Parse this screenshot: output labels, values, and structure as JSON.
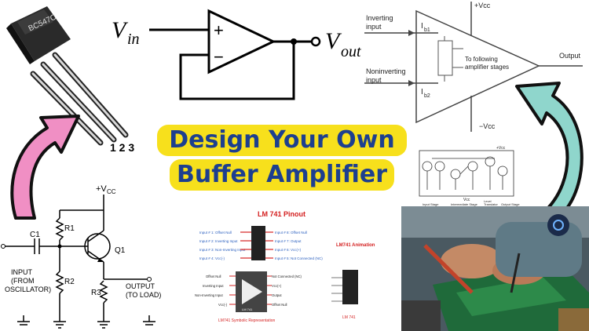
{
  "banner": {
    "line1": "Design Your Own",
    "line2": "Buffer Amplifier"
  },
  "transistor_pkg": {
    "marking": "BC547C",
    "pins": "1 2 3"
  },
  "opamp_buffer": {
    "vin": "V",
    "vin_sub": "in",
    "vout": "V",
    "vout_sub": "out",
    "plus": "+",
    "minus": "−"
  },
  "opamp_internal": {
    "inverting_input": "Inverting\ninput",
    "noninverting_input": "Noninverting\ninput",
    "ib1": "I",
    "ib1_sub": "b1",
    "ib2": "I",
    "ib2_sub": "b2",
    "stages": "To following\namplifier stages",
    "output": "Output",
    "vcc_pos": "+Vcc",
    "vcc_neg": "−Vcc"
  },
  "emitter_follower": {
    "vcc": "+V",
    "vcc_sub": "CC",
    "r1": "R1",
    "r2": "R2",
    "r3": "R3",
    "c1": "C1",
    "q1": "Q1",
    "input": "INPUT\n(FROM\nOSCILLATOR)",
    "output": "OUTPUT\n(TO LOAD)"
  },
  "schematic_small": {
    "input_stage": "Input Stage",
    "inter_stage": "Intermediate Stage",
    "level_trans": "Level\nTranslator",
    "output_stage": "Output Stage",
    "vcc": "+Vcc",
    "vee": "Vcc"
  },
  "lm741": {
    "title": "LM 741 Pinout",
    "left_pins": [
      "Input # 1: Offset Null",
      "Input # 2: Inverting Input",
      "Input # 3: Non-Inverting Input",
      "Input # 4: Vcc(-)"
    ],
    "right_pins": [
      "Input # 8: Offset Null",
      "Input # 7: Output",
      "Input # 6: Vcc(+)",
      "Input # 5: Not Connected (NC)"
    ],
    "animation": "LM741 Animation",
    "chip_label": "LM 741",
    "sym_left": [
      "Offset Null",
      "Inverting Input",
      "Non-Inverting Input",
      "Vcc(-)"
    ],
    "sym_right": [
      "Not Connected (NC)",
      "Vcc(+)",
      "Output",
      "Offset Null"
    ],
    "sym_caption": "LM741 Symbolic Representation",
    "ic_caption": "LM 741"
  },
  "colors": {
    "banner_bg": "#f7e01c",
    "banner_text": "#1d3f8f",
    "pink_arrow": "#f08fc4",
    "teal_arrow": "#8fd6cc",
    "pin_red": "#d42020",
    "pin_blue": "#2a5fbf"
  },
  "icons": [
    "pink-curved-arrow-icon",
    "teal-curved-arrow-icon",
    "logo-icon"
  ]
}
